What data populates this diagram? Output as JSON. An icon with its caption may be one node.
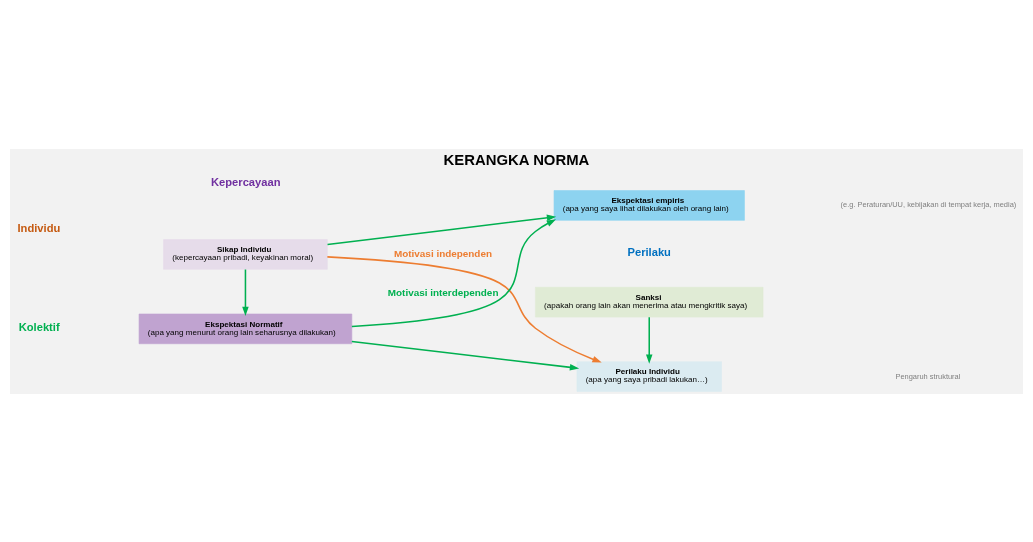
{
  "diagram": {
    "title": "KERANGKA NORMA",
    "nodes": [
      {
        "text": [
          "Sikap Individu",
          "(kepercayaan pribadi, keyakinan moral)"
        ]
      },
      {
        "text": [
          "Ekspektasi Normatif",
          "(apa yang menurut orang lain seharusnya dilakukan)"
        ]
      },
      {
        "text": [
          "Perilaku Individu",
          "(apa yang saya pribadi lakukan…)"
        ]
      },
      {
        "text": [
          "Sanksi",
          "(apakah orang lain akan menerima atau mengkritik saya)"
        ]
      },
      {
        "text": [
          "Ekspektasi empiris",
          "(apa yang saya lihat dilakukan oleh orang lain)"
        ]
      }
    ],
    "edges": [
      {
        "from": 0,
        "to": 2,
        "arrow": "to",
        "label": "Motivasi independen",
        "color": "#ed7d31"
      },
      {
        "from": 0,
        "to": 4,
        "arrow": "to"
      },
      {
        "from": 0,
        "to": 1,
        "arrow": "to"
      },
      {
        "from": 1,
        "to": 2,
        "arrow": "to"
      },
      {
        "from": 1,
        "to": 4,
        "arrow": "to",
        "label": "Motivasi interdependen"
      },
      {
        "from": 3,
        "to": 2,
        "arrow": "to"
      }
    ],
    "labels": [
      "Kepercayaan",
      "Perilaku",
      "Individu",
      "Kolektif",
      "Pengaruh struktural",
      "(e.g. Peraturan/UU, kebijakan di tempat kerja, media)"
    ]
  }
}
